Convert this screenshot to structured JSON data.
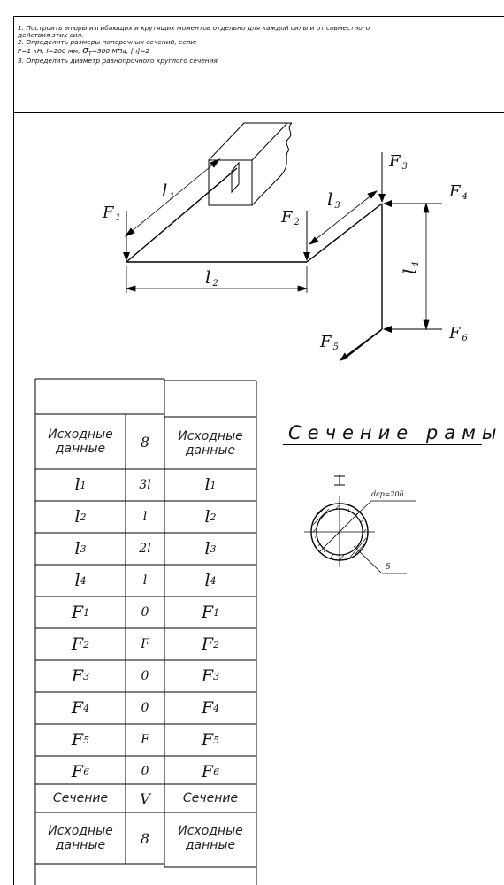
{
  "task": {
    "line1": "1. Построить эпюры изгибающих и крутящих моментов отдельно для каждой силы и от совместного",
    "line2": "действия этих сил.",
    "line3": "2. Определить размеры поперечных сечений, если:",
    "line4_a": "F=1 кН; l=200 мм;",
    "line4_sigma": "σ",
    "line4_t": "T",
    "line4_b": "=300 МПа; [n]=2",
    "line5": "3. Определить диаметр равнопрочного круглого сечения."
  },
  "diagram_labels": {
    "F1": "F",
    "F1_sub": "1",
    "F2": "F",
    "F2_sub": "2",
    "F3": "F",
    "F3_sub": "3",
    "F4": "F",
    "F4_sub": "4",
    "F5": "F",
    "F5_sub": "5",
    "F6": "F",
    "F6_sub": "6",
    "l1": "l",
    "l1_sub": "1",
    "l2": "l",
    "l2_sub": "2",
    "l3": "l",
    "l3_sub": "3",
    "l4": "l",
    "l4_sub": "4"
  },
  "table": {
    "header": "Исходные данные",
    "header_value": "8",
    "rows": [
      {
        "sym": "l",
        "sub": "1",
        "value": "3l"
      },
      {
        "sym": "l",
        "sub": "2",
        "value": "l"
      },
      {
        "sym": "l",
        "sub": "3",
        "value": "2l"
      },
      {
        "sym": "l",
        "sub": "4",
        "value": "l"
      },
      {
        "sym": "F",
        "sub": "1",
        "value": "0"
      },
      {
        "sym": "F",
        "sub": "2",
        "value": "F"
      },
      {
        "sym": "F",
        "sub": "3",
        "value": "0"
      },
      {
        "sym": "F",
        "sub": "4",
        "value": "0"
      },
      {
        "sym": "F",
        "sub": "5",
        "value": "F"
      },
      {
        "sym": "F",
        "sub": "6",
        "value": "0"
      }
    ],
    "section_label": "Сечение",
    "section_value": "V",
    "footer": "Исходные данные",
    "footer_value": "8"
  },
  "section": {
    "title": "Сечение рамы",
    "variant": "V",
    "dim_label": "dср=20δ",
    "thickness_label": "δ"
  }
}
